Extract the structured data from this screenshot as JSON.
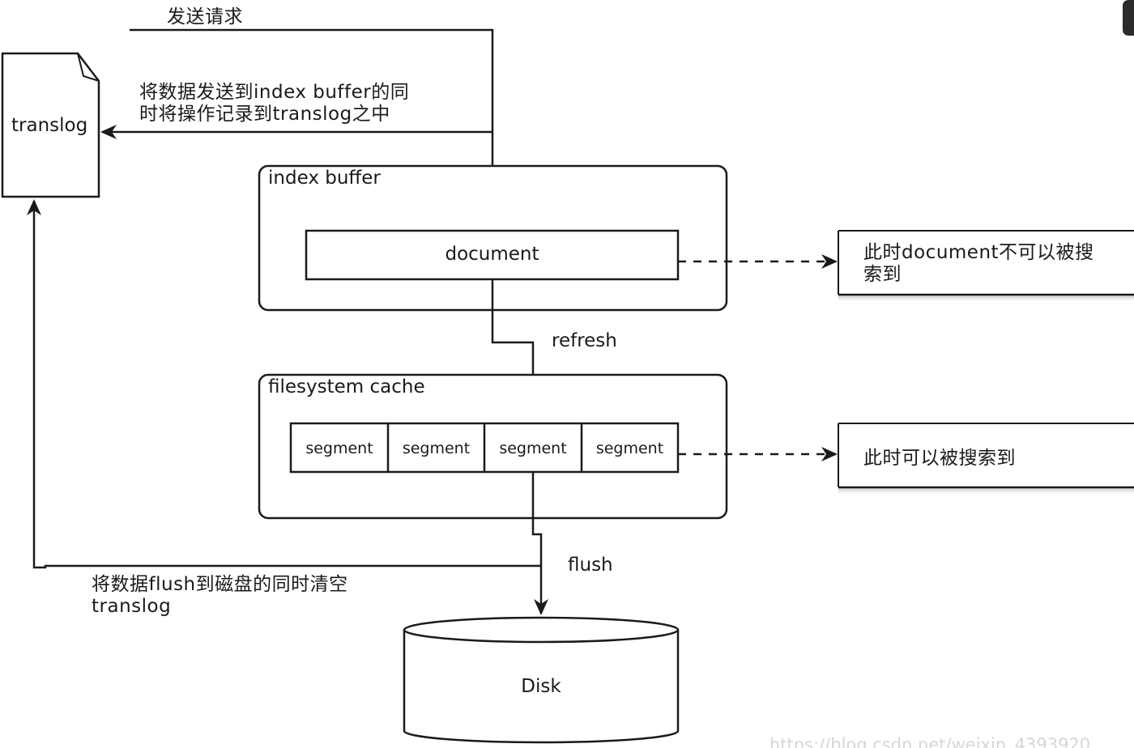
{
  "labels": {
    "send_request": "发送请求",
    "translog": "translog",
    "write_note_line1": "将数据发送到index buffer的同",
    "write_note_line2": "时将操作记录到translog之中",
    "index_buffer": "index buffer",
    "document": "document",
    "not_searchable_line1": "此时document不可以被搜",
    "not_searchable_line2": "索到",
    "refresh": "refresh",
    "filesystem_cache": "filesystem cache",
    "segments": [
      "segment",
      "segment",
      "segment",
      "segment"
    ],
    "searchable": "此时可以被搜索到",
    "flush": "flush",
    "flush_note_line1": "将数据flush到磁盘的同时清空",
    "flush_note_line2": "translog",
    "disk": "Disk"
  },
  "watermark": "https://blog.csdn.net/weixin_4393920",
  "colors": {
    "line": "#1a1a1a",
    "background": "#ffffff",
    "watermark": "#d6d6d6"
  }
}
